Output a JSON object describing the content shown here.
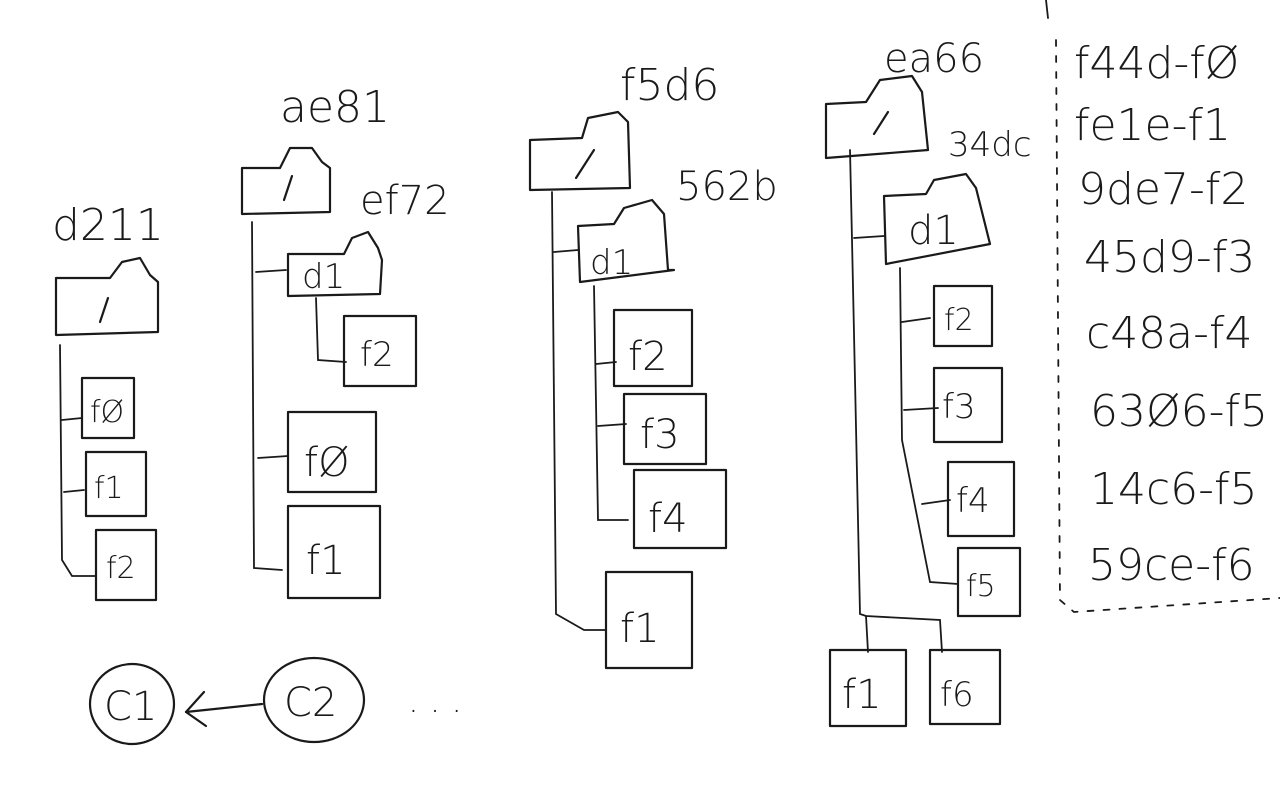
{
  "trees": [
    {
      "hash": "d211",
      "root_label": "/",
      "files": [
        "fØ",
        "f1",
        "f2"
      ]
    },
    {
      "hash": "ae81",
      "root_label": "/",
      "dir": {
        "hash": "ef72",
        "label": "d1",
        "files": [
          "f2"
        ]
      },
      "files": [
        "fØ",
        "f1"
      ]
    },
    {
      "hash": "f5d6",
      "root_label": "/",
      "dir": {
        "hash": "562b",
        "label": "d1",
        "files": [
          "f2",
          "f3",
          "f4"
        ]
      },
      "files": [
        "f1"
      ]
    },
    {
      "hash": "ea66",
      "root_label": "/",
      "dir": {
        "hash": "34dc",
        "label": "d1",
        "files": [
          "f2",
          "f3",
          "f4",
          "f5"
        ]
      },
      "files": [
        "f1",
        "f6"
      ]
    }
  ],
  "file_table": [
    "f44d-fØ",
    "fe1e-f1",
    "9de7-f2",
    "45d9-f3",
    "c48a-f4",
    "63Ø6-f5",
    "14c6-f5",
    "59ce-f6"
  ],
  "commits": {
    "c1": "C1",
    "c2": "C2",
    "ellipsis": ". . ."
  }
}
